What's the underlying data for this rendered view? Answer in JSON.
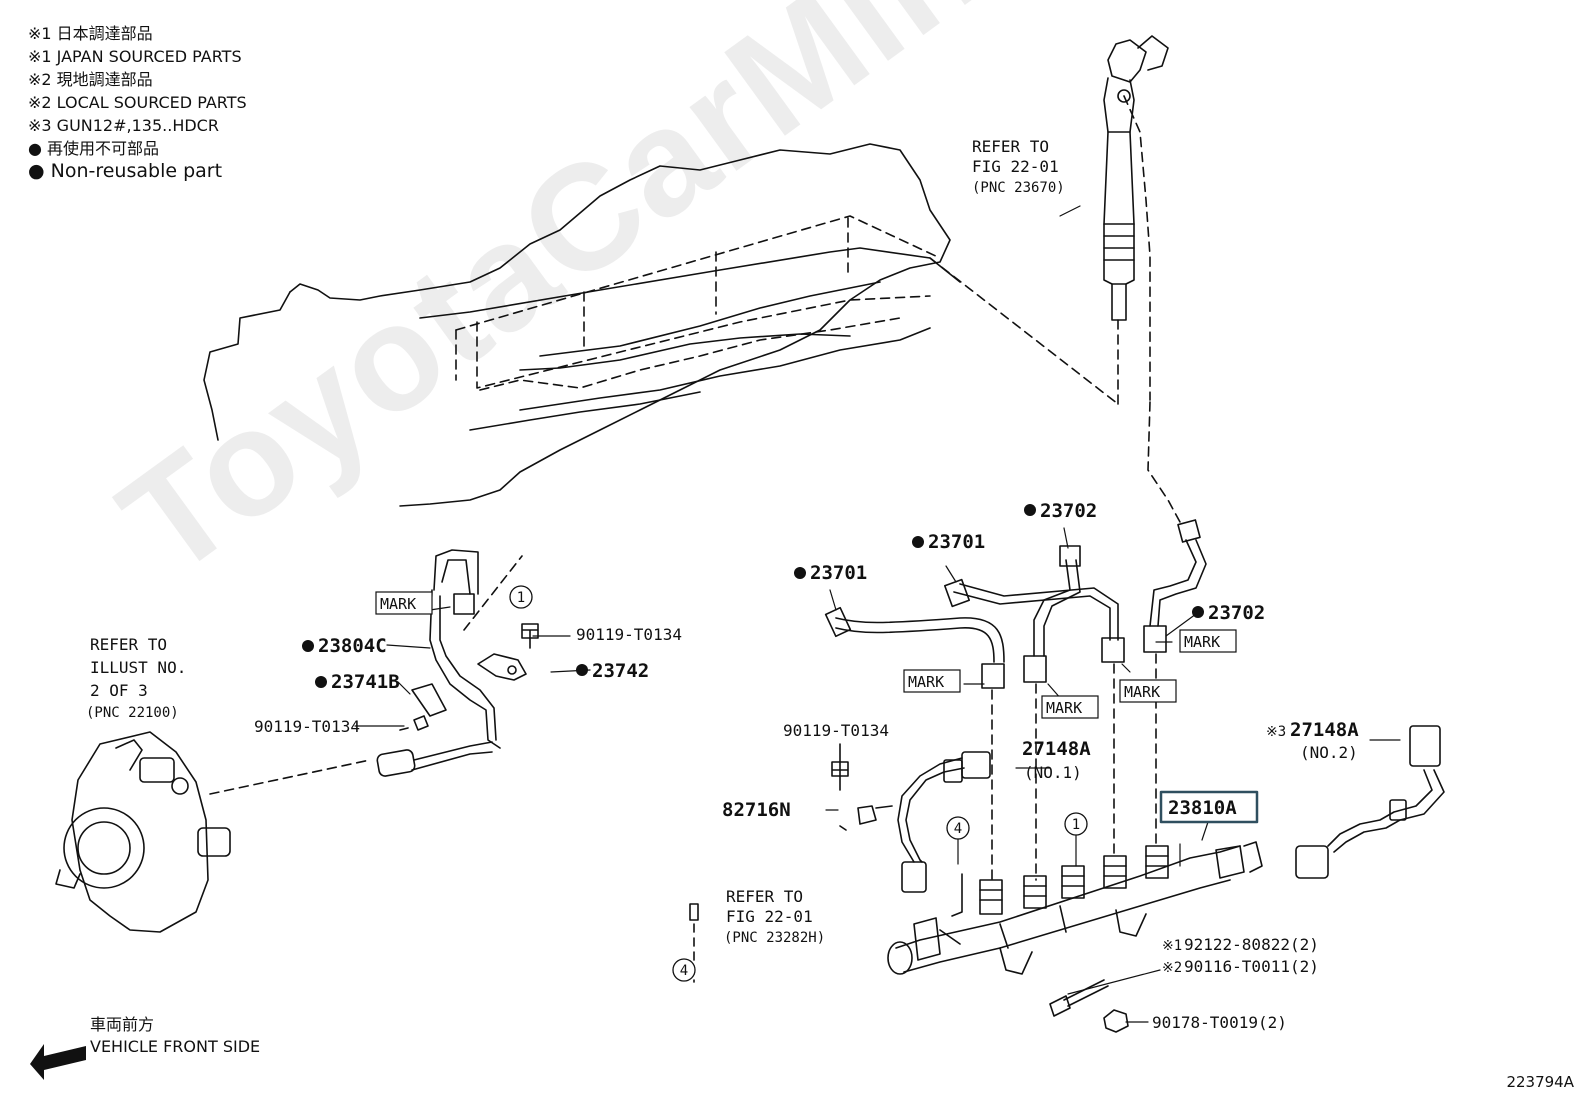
{
  "notes": [
    "※1 日本調達部品",
    "※1 JAPAN SOURCED PARTS",
    "※2 現地調達部品",
    "※2 LOCAL SOURCED PARTS",
    "※3 GUN12#,135..HDCR",
    "● 再使用不可部品",
    "● Non-reusable part"
  ],
  "refs": {
    "injector": [
      "REFER TO",
      "FIG 22-01",
      "(PNC 23670)"
    ],
    "pump": [
      "REFER TO",
      "ILLUST NO.",
      "2 OF 3",
      "(PNC 22100)"
    ],
    "plug": [
      "REFER TO",
      "FIG 22-01",
      "(PNC 23282H)"
    ]
  },
  "parts": {
    "p23804C": "23804C",
    "p23741B": "23741B",
    "p90119a": "90119-T0134",
    "p90119b": "90119-T0134",
    "p90119c": "90119-T0134",
    "p23742": "23742",
    "p23701a": "23701",
    "p23701b": "23701",
    "p23702a": "23702",
    "p23702b": "23702",
    "p27148A": "27148A",
    "p27148A_sub": "(NO.1)",
    "p27148A3": "27148A",
    "p27148A3_prefix": "※3",
    "p27148A3_sub": "(NO.2)",
    "p82716N": "82716N",
    "p23810A": "23810A",
    "p92122_prefix": "※1",
    "p92122": "92122-80822(2)",
    "p90116_prefix": "※2",
    "p90116": "90116-T0011(2)",
    "p90178": "90178-T0019(2)"
  },
  "marks": {
    "label": "MARK"
  },
  "callouts": {
    "one": "1",
    "four": "4"
  },
  "front": {
    "jp": "車両前方",
    "en": "VEHICLE FRONT SIDE"
  },
  "illustration_number": "223794A",
  "watermark": "ToyotaCarMine.ru",
  "colors": {
    "line": "#111111",
    "highlight_box": "#2f4f5f"
  }
}
